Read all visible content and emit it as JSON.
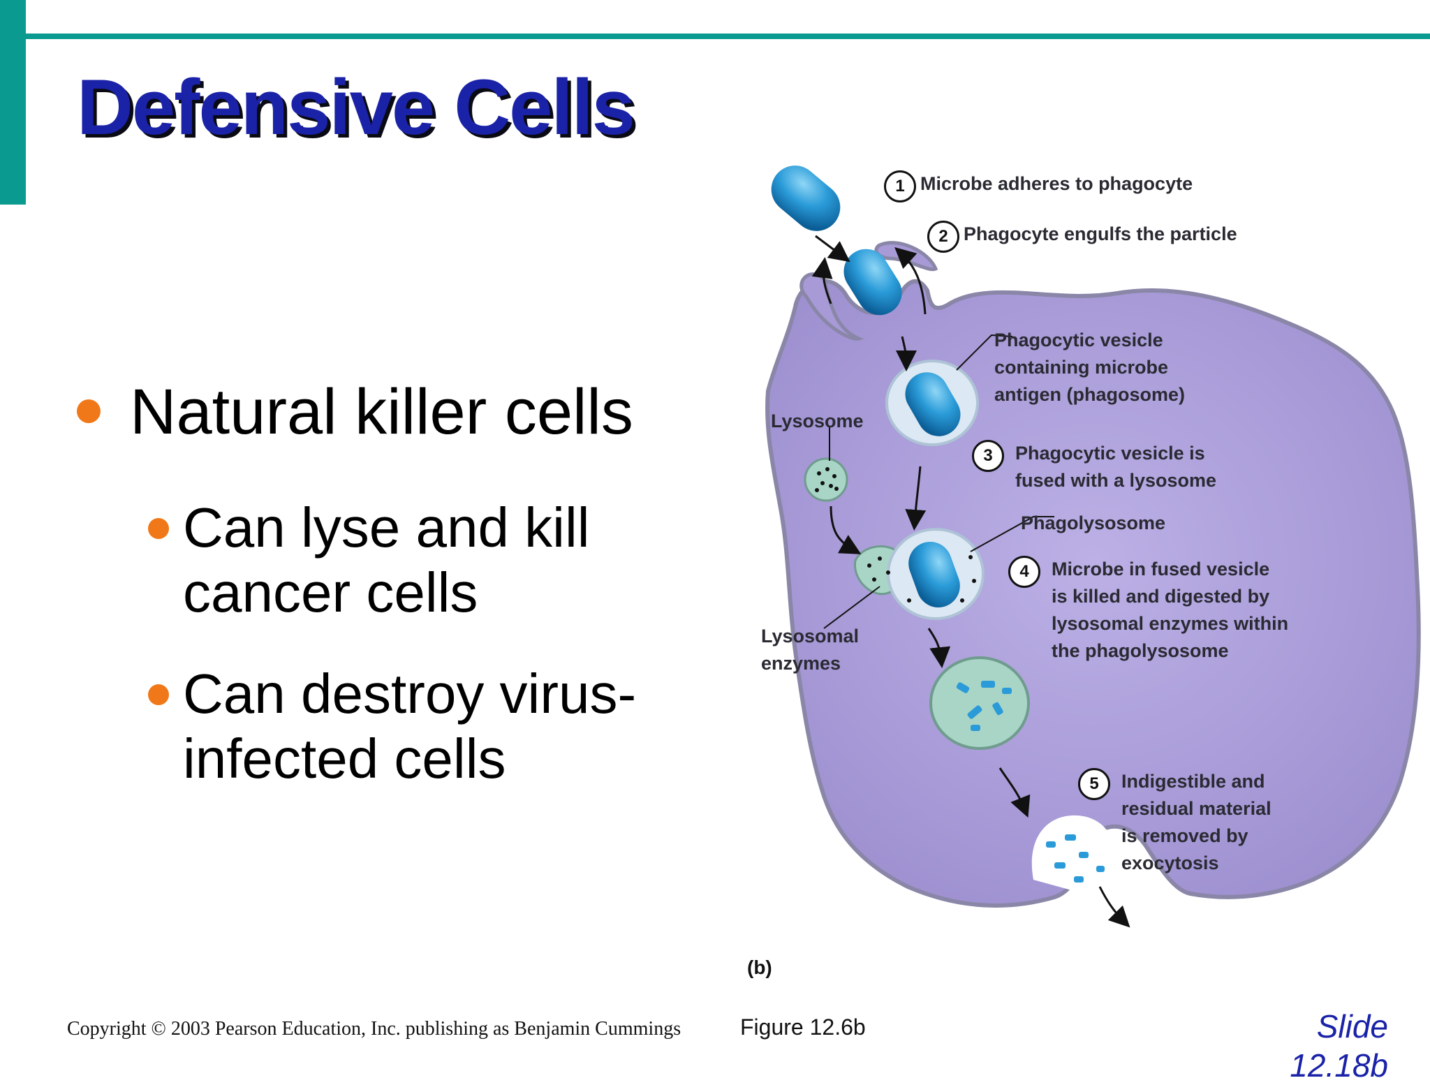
{
  "slide": {
    "title": "Defensive Cells",
    "bullets": [
      {
        "text": "Natural killer cells",
        "level": 1
      },
      {
        "text": "Can lyse and kill cancer cells",
        "level": 2
      },
      {
        "text": "Can destroy virus-infected cells",
        "level": 2
      }
    ]
  },
  "figure": {
    "steps": [
      {
        "num": "1",
        "lines": [
          "Microbe adheres to phagocyte"
        ]
      },
      {
        "num": "2",
        "lines": [
          "Phagocyte engulfs the particle"
        ]
      },
      {
        "num": "3",
        "lines": [
          "Phagocytic vesicle is",
          "fused with a lysosome"
        ]
      },
      {
        "num": "4",
        "lines": [
          "Microbe in fused vesicle",
          "is killed and digested by",
          "lysosomal enzymes within",
          "the phagolysosome"
        ]
      },
      {
        "num": "5",
        "lines": [
          "Indigestible and",
          "residual material",
          "is removed by",
          "exocytosis"
        ]
      }
    ],
    "labels": {
      "phagosome": [
        "Phagocytic vesicle",
        "containing microbe",
        "antigen (phagosome)"
      ],
      "lysosome": "Lysosome",
      "phagolysosome": "Phagolysosome",
      "enzymes": [
        "Lysosomal",
        "enzymes"
      ]
    },
    "panel_label": "(b)"
  },
  "footer": {
    "copyright": "Copyright © 2003 Pearson Education, Inc. publishing as Benjamin Cummings",
    "figure_ref": "Figure 12.6b",
    "slide_lines": [
      "Slide",
      "12.18b"
    ]
  },
  "colors": {
    "accent": "#0b9a90",
    "title": "#1a22a8",
    "bullet": "#f07818",
    "cell": "#a79ad6",
    "microbe": "#2a9bd8"
  }
}
